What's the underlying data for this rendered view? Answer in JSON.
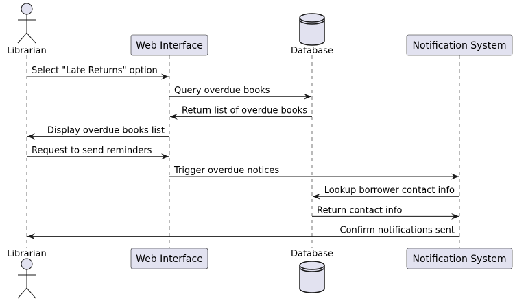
{
  "participants": [
    {
      "id": "librarian",
      "label": "Librarian",
      "kind": "actor"
    },
    {
      "id": "web",
      "label": "Web Interface",
      "kind": "box"
    },
    {
      "id": "db",
      "label": "Database",
      "kind": "database"
    },
    {
      "id": "notify",
      "label": "Notification System",
      "kind": "box"
    }
  ],
  "messages": [
    {
      "from": "librarian",
      "to": "web",
      "label": "Select \"Late Returns\" option"
    },
    {
      "from": "web",
      "to": "db",
      "label": "Query overdue books"
    },
    {
      "from": "db",
      "to": "web",
      "label": "Return list of overdue books"
    },
    {
      "from": "web",
      "to": "librarian",
      "label": "Display overdue books list"
    },
    {
      "from": "librarian",
      "to": "web",
      "label": "Request to send reminders"
    },
    {
      "from": "web",
      "to": "notify",
      "label": "Trigger overdue notices"
    },
    {
      "from": "notify",
      "to": "db",
      "label": "Lookup borrower contact info"
    },
    {
      "from": "db",
      "to": "notify",
      "label": "Return contact info"
    },
    {
      "from": "notify",
      "to": "librarian",
      "label": "Confirm notifications sent"
    }
  ],
  "colors": {
    "participant_fill": "#E2E2F0",
    "line": "#181818"
  }
}
